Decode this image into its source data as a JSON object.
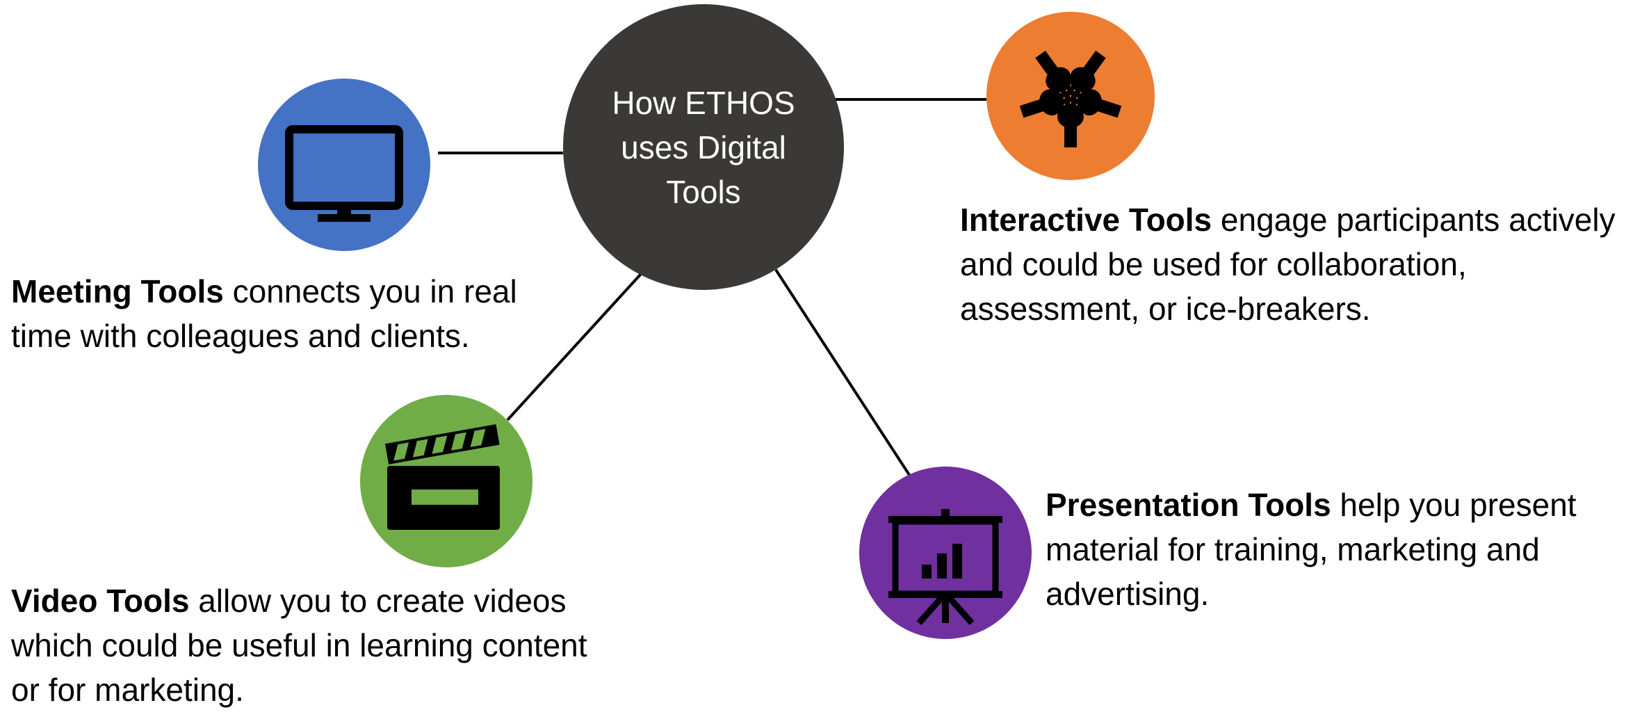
{
  "center": {
    "title": "How ETHOS uses Digital Tools"
  },
  "nodes": {
    "meeting": {
      "icon": "monitor-icon",
      "color": "#4472c4",
      "label": "Meeting Tools",
      "text": " connects you in real time with colleagues and clients."
    },
    "video": {
      "icon": "clapperboard-icon",
      "color": "#70ad47",
      "label": "Video Tools",
      "text": " allow you to create videos which could be useful in learning content or for marketing."
    },
    "interactive": {
      "icon": "hands-icon",
      "color": "#ed7d31",
      "label": "Interactive Tools",
      "text": " engage participants actively and could be used for collaboration, assessment, or ice-breakers."
    },
    "presentation": {
      "icon": "presentation-board-icon",
      "color": "#7030a0",
      "label": "Presentation Tools",
      "text": " help you present material for training, marketing and advertising."
    }
  }
}
